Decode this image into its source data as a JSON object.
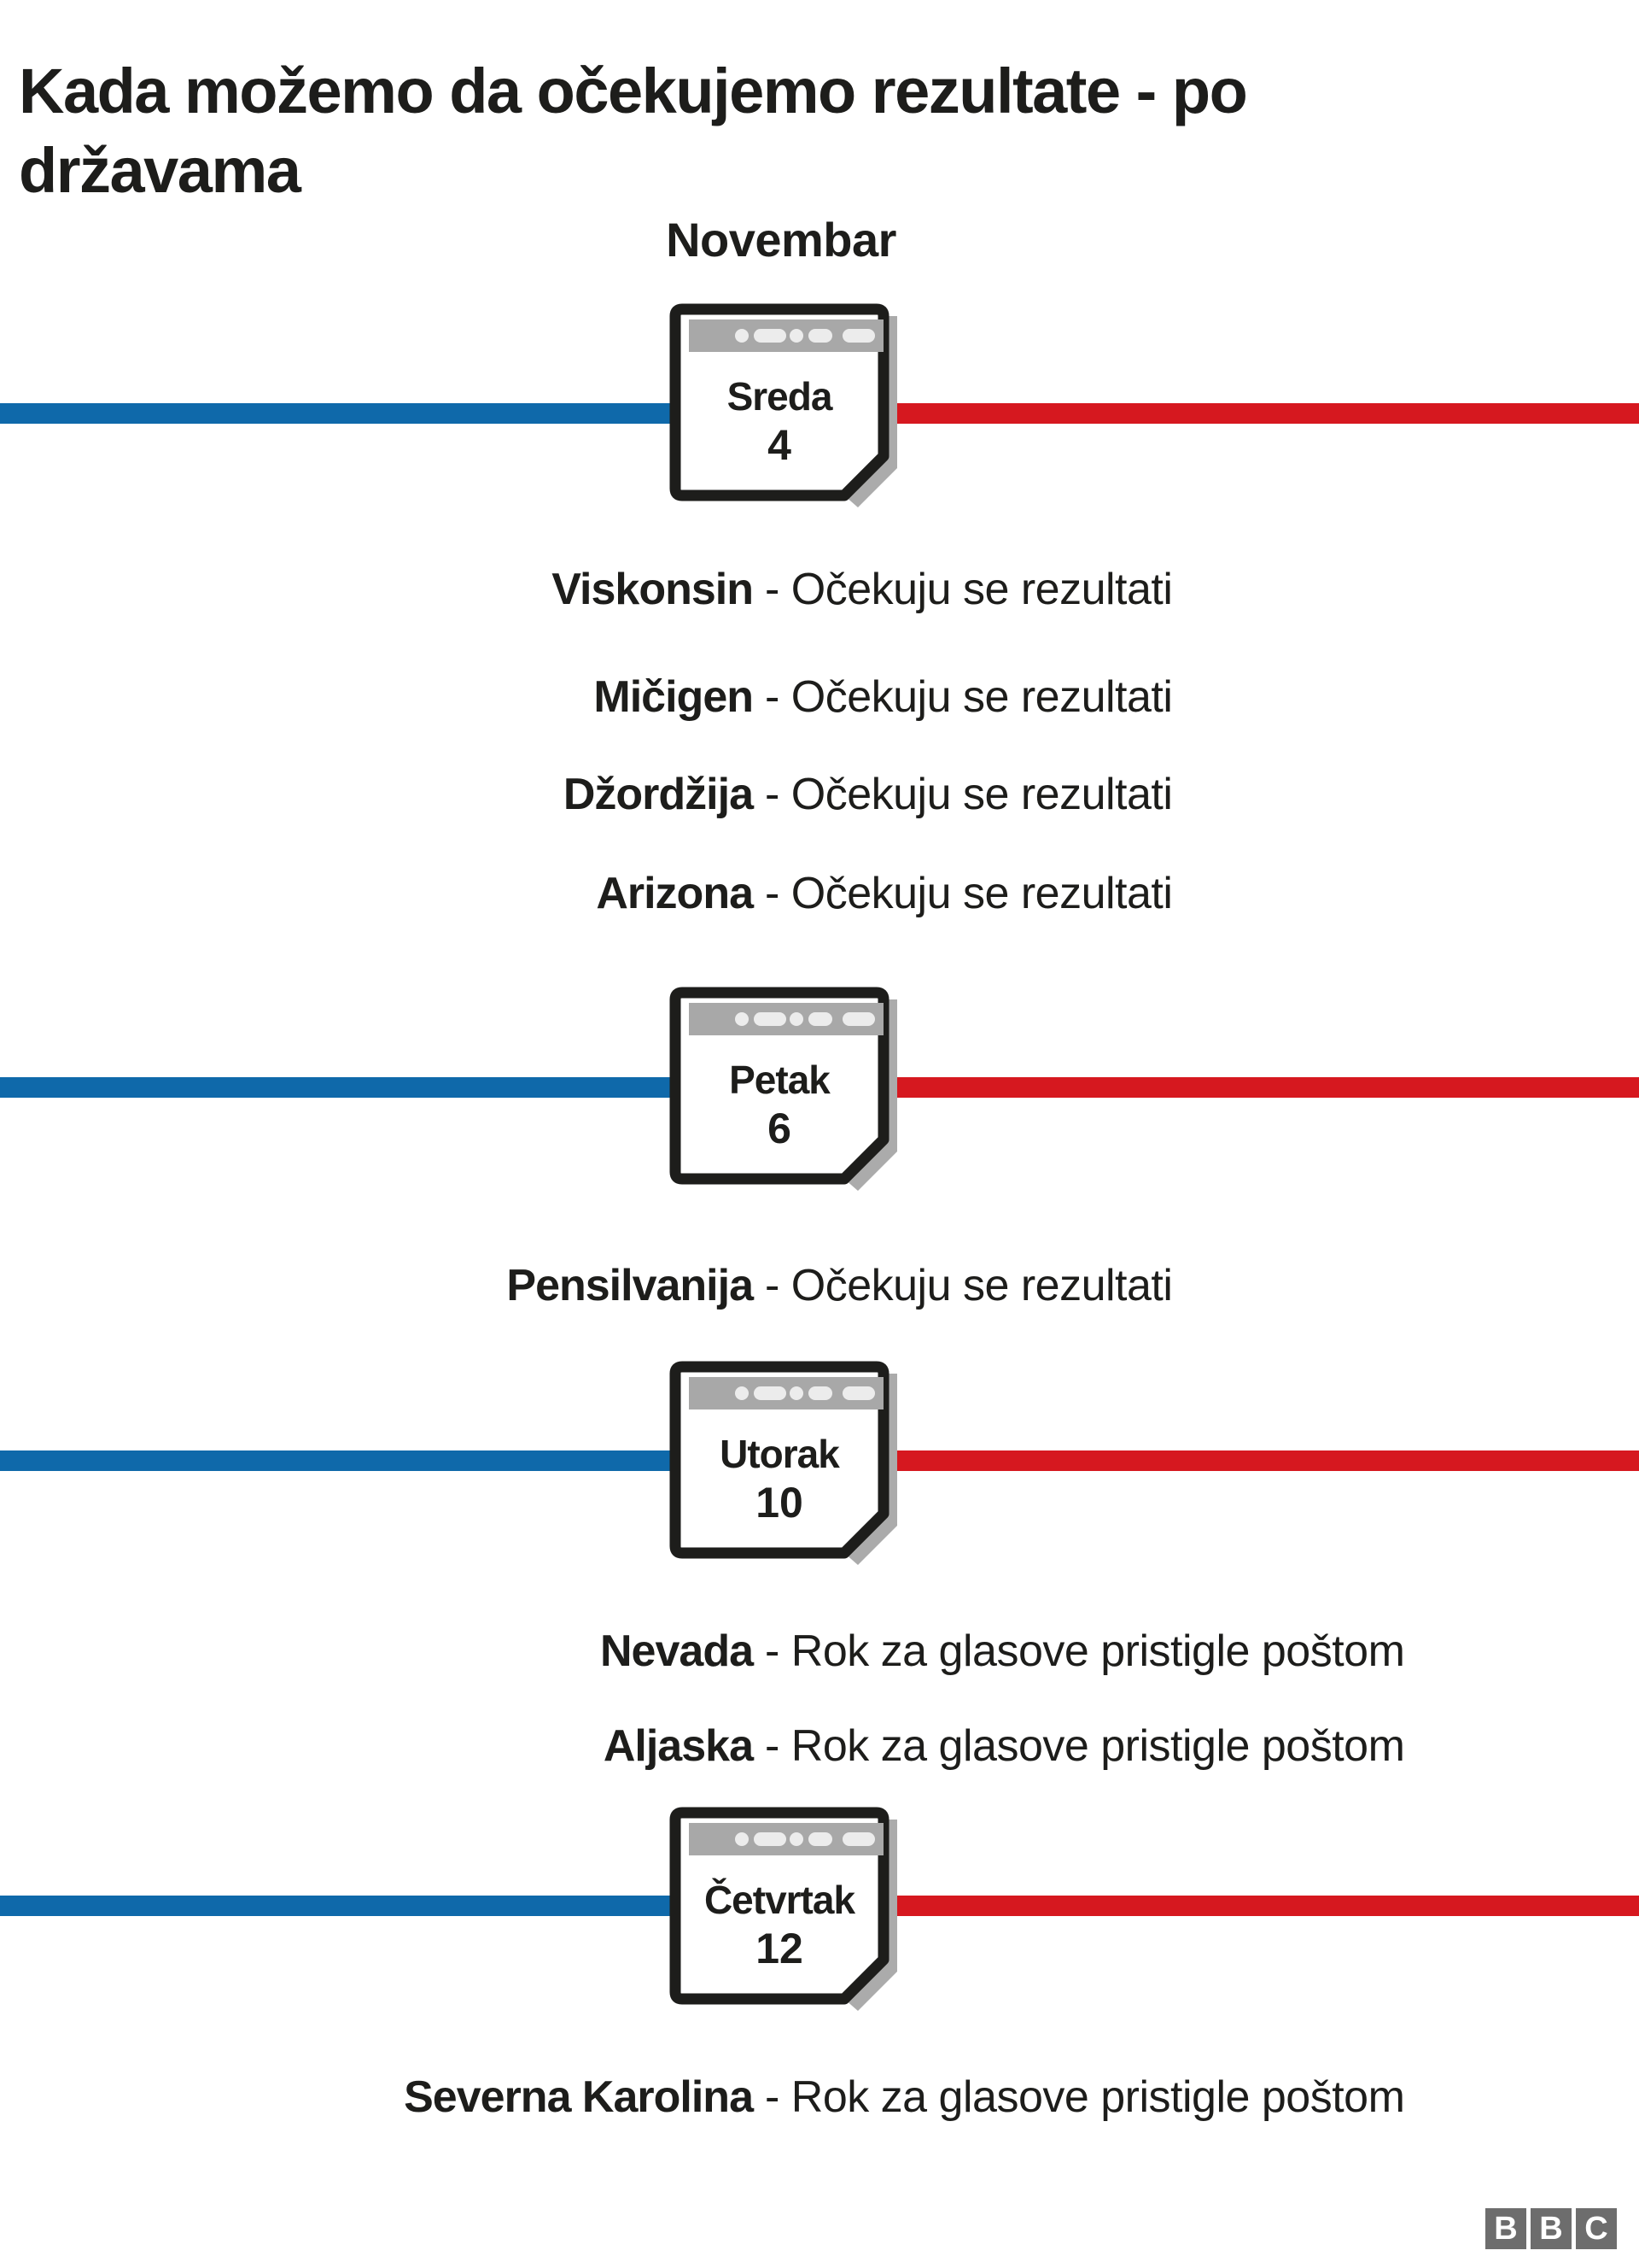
{
  "title": "Kada možemo da očekujemo rezultate - po državama",
  "month_label": "Novembar",
  "colors": {
    "timeline_blue": "#0F69AA",
    "timeline_red": "#D6181F",
    "calendar_border": "#1D1D1B",
    "calendar_header_gray": "#A8A8A8",
    "calendar_pill_gray": "#ECECEC",
    "shadow_gray": "#ABABAB",
    "text": "#1D1D1B",
    "bbc_gray": "#6D6D6D"
  },
  "groups": [
    {
      "calendar": {
        "day": "Sreda",
        "date": "4"
      },
      "rows": [
        {
          "state": "Viskonsin",
          "note": "- Očekuju se rezultati"
        },
        {
          "state": "Mičigen",
          "note": "- Očekuju se rezultati"
        },
        {
          "state": "Džordžija",
          "note": "- Očekuju se rezultati"
        },
        {
          "state": "Arizona",
          "note": "- Očekuju se rezultati"
        }
      ]
    },
    {
      "calendar": {
        "day": "Petak",
        "date": "6"
      },
      "rows": [
        {
          "state": "Pensilvanija",
          "note": "- Očekuju se rezultati"
        }
      ]
    },
    {
      "calendar": {
        "day": "Utorak",
        "date": "10"
      },
      "rows": [
        {
          "state": "Nevada",
          "note": "- Rok za glasove pristigle poštom"
        },
        {
          "state": "Aljaska",
          "note": "- Rok za glasove pristigle poštom"
        }
      ]
    },
    {
      "calendar": {
        "day": "Četvrtak",
        "date": "12"
      },
      "rows": [
        {
          "state": "Severna Karolina",
          "note": "- Rok za glasove pristigle poštom"
        }
      ]
    }
  ],
  "footer": {
    "logo_letters": [
      "B",
      "B",
      "C"
    ]
  }
}
